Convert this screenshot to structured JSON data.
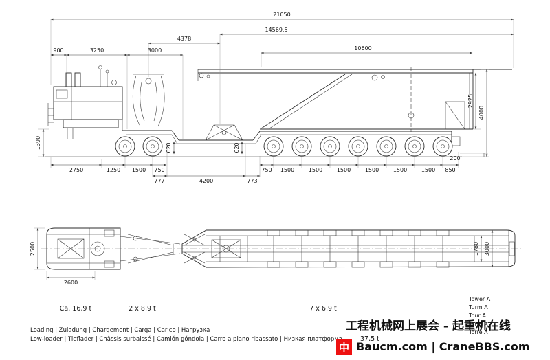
{
  "side_view": {
    "top_dims": {
      "overall": "21050",
      "trailer": "14569,5",
      "gooseneck": "4378",
      "load_length": "10600",
      "front": "900",
      "tractor": "3250",
      "neck": "3000"
    },
    "vertical_dims": {
      "load_height": "2925",
      "overall_height": "4000",
      "left_clearance": "1390",
      "rear_clearance": "200"
    },
    "bottom_dims_row1": [
      "2750",
      "1250",
      "1500",
      "750",
      "750",
      "1500",
      "1500",
      "1500",
      "1500",
      "1500",
      "1500",
      "850"
    ],
    "bottom_dims_row2": [
      "777",
      "4200",
      "773"
    ],
    "deck_height_dims": [
      "620",
      "620"
    ]
  },
  "plan_view": {
    "dims": {
      "tractor_width": "2500",
      "tractor_length": "2600",
      "inner_width": "1780",
      "deck_width": "3000"
    }
  },
  "weights": {
    "tractor_load": "Ca. 16,9 t",
    "front_axle_load": "2 x 8,9 t",
    "rear_axle_load": "7 x 6,9 t",
    "total_load": "37,5 t"
  },
  "load_labels": [
    "Tower A",
    "Turm A",
    "Tour A",
    "Torre A",
    "Torre A"
  ],
  "captions": {
    "loading": "Loading | Zuladung | Chargement | Carga | Carico | Нагрузка",
    "low_loader": "Low-loader | Tieflader | Châssis surbaissé | Camión góndola | Carro a piano ribassato | Низкая платформа"
  },
  "watermark": {
    "line1": "工程机械网上展会 - 起重机在线",
    "line2": "Baucm.com | CraneBBS.com",
    "logo_glyph": "中",
    "color": "#ee1111"
  }
}
